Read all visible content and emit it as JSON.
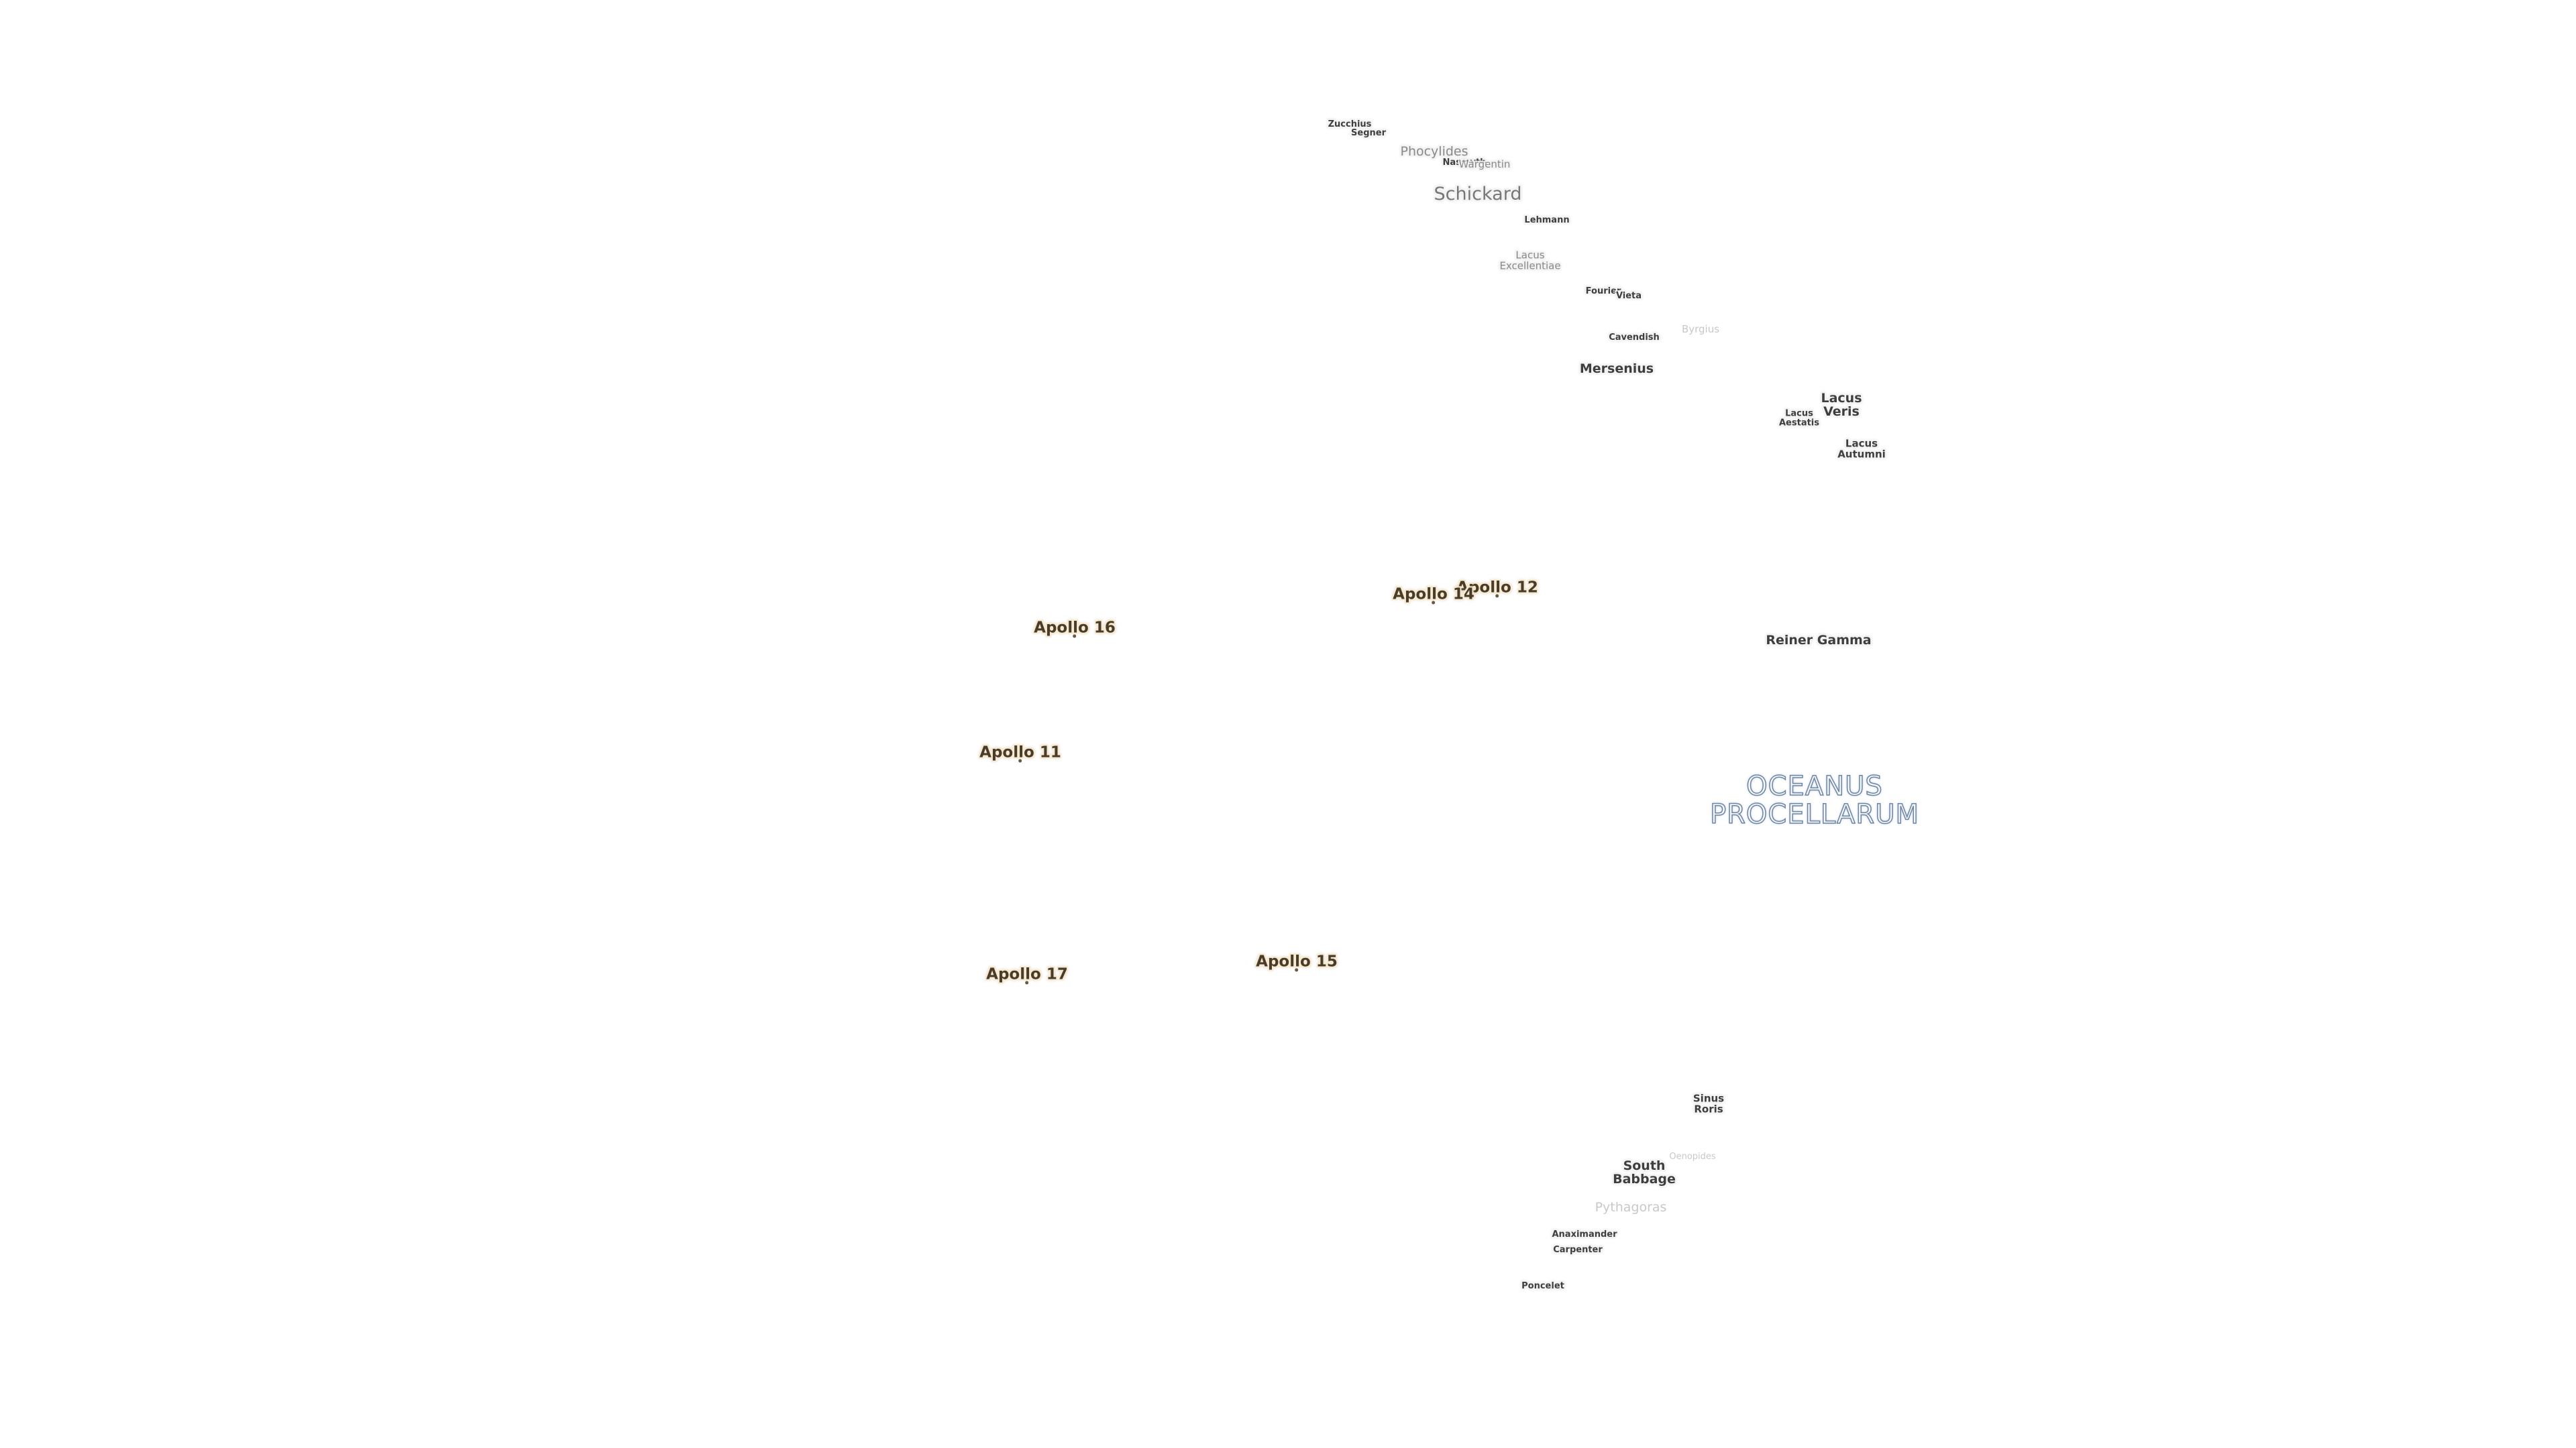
{
  "ocean": {
    "line1": "OCEANUS",
    "line2": "PROCELLARUM"
  },
  "apollo": {
    "a11": "Apollo 11",
    "a12": "Apollo 12",
    "a14": "Apollo 14",
    "a15": "Apollo 15",
    "a16": "Apollo 16",
    "a17": "Apollo 17"
  },
  "features": {
    "zucchius": "Zucchius",
    "segner": "Segner",
    "phocylides": "Phocylides",
    "nasmyth": "Nasmyth",
    "wargentin": "Wargentin",
    "schickard": "Schickard",
    "lehmann": "Lehmann",
    "lacus_excellentiae_1": "Lacus",
    "lacus_excellentiae_2": "Excellentiae",
    "fourier": "Fourier",
    "vieta": "Vieta",
    "byrgius": "Byrgius",
    "cavendish": "Cavendish",
    "mersenius": "Mersenius",
    "lacus_veris_1": "Lacus",
    "lacus_veris_2": "Veris",
    "lacus_autumni_1": "Lacus",
    "lacus_autumni_2": "Autumni",
    "lacus_aestatis_1": "Lacus",
    "lacus_aestatis_2": "Aestatis",
    "reiner_gamma": "Reiner Gamma",
    "sinus_roris_1": "Sinus",
    "sinus_roris_2": "Roris",
    "oenopides": "Oenopides",
    "south_babbage_1": "South",
    "south_babbage_2": "Babbage",
    "pythagoras": "Pythagoras",
    "anaximander": "Anaximander",
    "carpenter": "Carpenter",
    "poncelet": "Poncelet"
  },
  "colors": {
    "background": "#ffffff",
    "feature_text": "#3e3e3e",
    "apollo_text": "#4a3c28",
    "ocean_stroke": "#6f86a3"
  }
}
